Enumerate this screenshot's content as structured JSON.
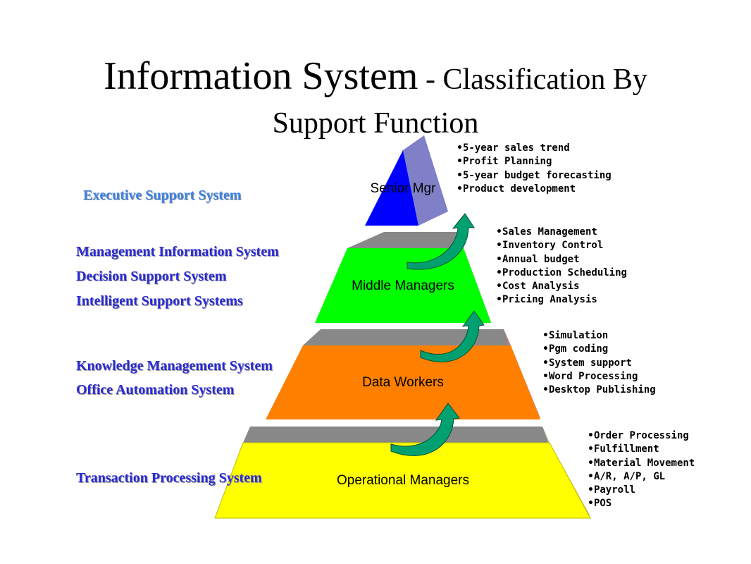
{
  "title": {
    "main": "Information System",
    "sub_line1": " - Classification By",
    "sub_line2": "Support Function"
  },
  "tiers": [
    {
      "label": "Senior Mgr",
      "color": "#0000ff",
      "side_color": "#8080c8",
      "system_labels": [
        "Executive Support System"
      ],
      "bullets": [
        "5-year sales trend",
        "Profit Planning",
        "5-year budget forecasting",
        "Product development"
      ]
    },
    {
      "label": "Middle Managers",
      "color": "#00ff00",
      "side_color": "#80a880",
      "system_labels": [
        "Management Information System",
        "Decision Support System",
        "Intelligent Support Systems"
      ],
      "bullets": [
        "Sales Management",
        "Inventory Control",
        "Annual budget",
        "Production Scheduling",
        "Cost Analysis",
        "Pricing Analysis"
      ]
    },
    {
      "label": "Data Workers",
      "color": "#ff8000",
      "side_color": "#c08080",
      "system_labels": [
        "Knowledge Management System",
        "Office Automation System"
      ],
      "bullets": [
        "Simulation",
        "Pgm coding",
        "System support",
        "Word Processing",
        "Desktop Publishing"
      ]
    },
    {
      "label": "Operational Managers",
      "color": "#ffff00",
      "side_color": "#c0c0a0",
      "system_labels": [
        "Transaction Processing System"
      ],
      "bullets": [
        "Order Processing",
        "Fulfillment",
        "Material Movement",
        "A/R, A/P, GL",
        "Payroll",
        "POS"
      ]
    }
  ],
  "colors": {
    "system_label": "#2a2ad6",
    "executive_label": "#3a82e6",
    "arrow": "#00a070",
    "top_face": "#888888"
  }
}
